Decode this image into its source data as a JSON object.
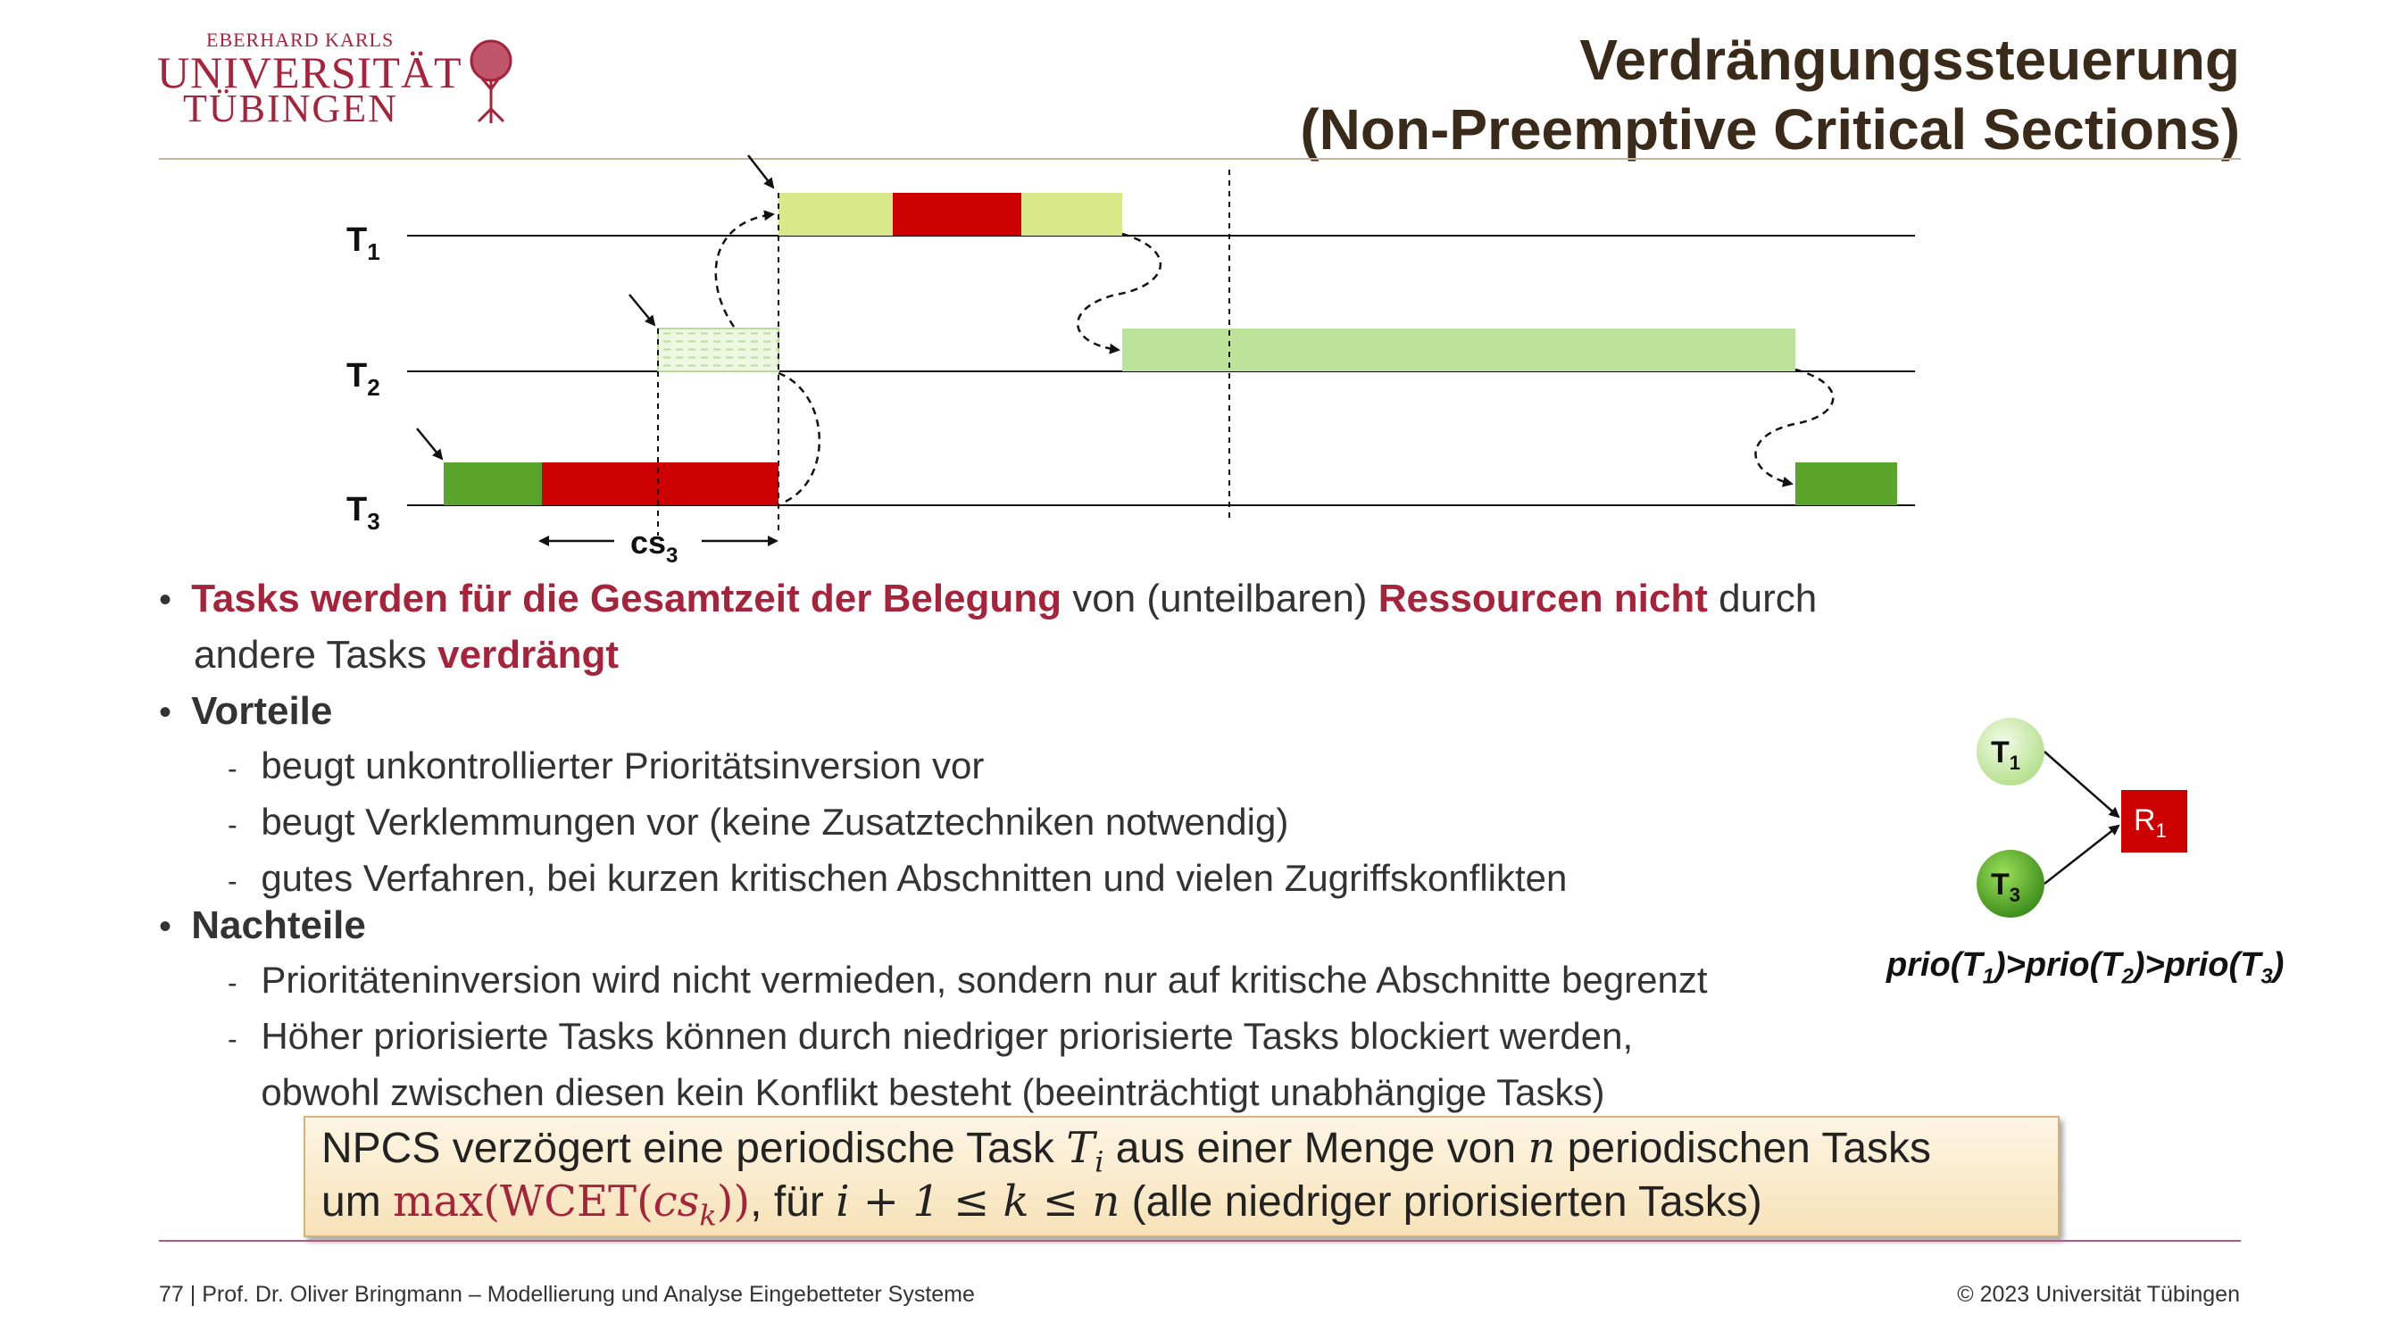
{
  "logo": {
    "line1": "EBERHARD KARLS",
    "line2": "UNIVERSITÄT",
    "line3": "TÜBINGEN"
  },
  "title": {
    "line1": "Verdrängungssteuerung",
    "line2": "(Non-Preemptive Critical Sections)"
  },
  "timeline": {
    "rows": [
      "T",
      "T",
      "T"
    ],
    "row_subs": [
      "1",
      "2",
      "3"
    ],
    "cs_label": "cs",
    "cs_sub": "3"
  },
  "bullets": {
    "b1": {
      "p1": "Tasks werden für die Gesamtzeit der Belegung",
      "p2": " von (unteilbaren) ",
      "p3": "Ressourcen nicht",
      "p4": " durch",
      "p5": "andere Tasks ",
      "p6": "verdrängt"
    },
    "b2": {
      "head": "Vorteile",
      "items": [
        "beugt unkontrollierter Prioritätsinversion vor",
        "beugt Verklemmungen vor (keine Zusatztechniken notwendig)",
        "gutes Verfahren, bei kurzen kritischen Abschnitten und vielen Zugriffskonflikten"
      ]
    },
    "b3": {
      "head": "Nachteile",
      "items": [
        "Prioritäteninversion wird nicht vermieden, sondern nur auf kritische Abschnitte begrenzt",
        "Höher priorisierte Tasks können durch niedriger priorisierte Tasks blockiert werden,",
        "obwohl zwischen diesen kein Konflikt besteht (beeinträchtigt unabhängige Tasks)"
      ]
    }
  },
  "formula": {
    "l1a": "NPCS verzögert eine periodische Task ",
    "l1b": " aus einer Menge von ",
    "l1c": " periodischen Tasks",
    "Ti": "T",
    "Ti_sub": "i",
    "n": "n",
    "l2a": "um ",
    "max": "max(WCET(",
    "cs": "cs",
    "cs_sub": "k",
    "close": "))",
    "l2b": ", für ",
    "ineq": "i + 1 ≤ k ≤ n",
    "l2c": " (alle niedriger priorisierten Tasks)"
  },
  "graph": {
    "t1": "T",
    "t1_sub": "1",
    "t3": "T",
    "t3_sub": "3",
    "r": "R",
    "r_sub": "1",
    "prio": {
      "a": "prio(T",
      "s1": "1",
      "b": ")>prio(T",
      "s2": "2",
      "c": ")>prio(T",
      "s3": "3",
      "d": ")"
    }
  },
  "footer": {
    "left": "77 | Prof. Dr. Oliver Bringmann – Modellierung und Analyse Eingebetteter Systeme",
    "right": "© 2023 Universität Tübingen"
  },
  "colors": {
    "crimson": "#a5243b",
    "light_yellow_green": "#d9e98a",
    "light_green": "#bde39a",
    "green": "#5aa42b",
    "red": "#cc0000"
  }
}
